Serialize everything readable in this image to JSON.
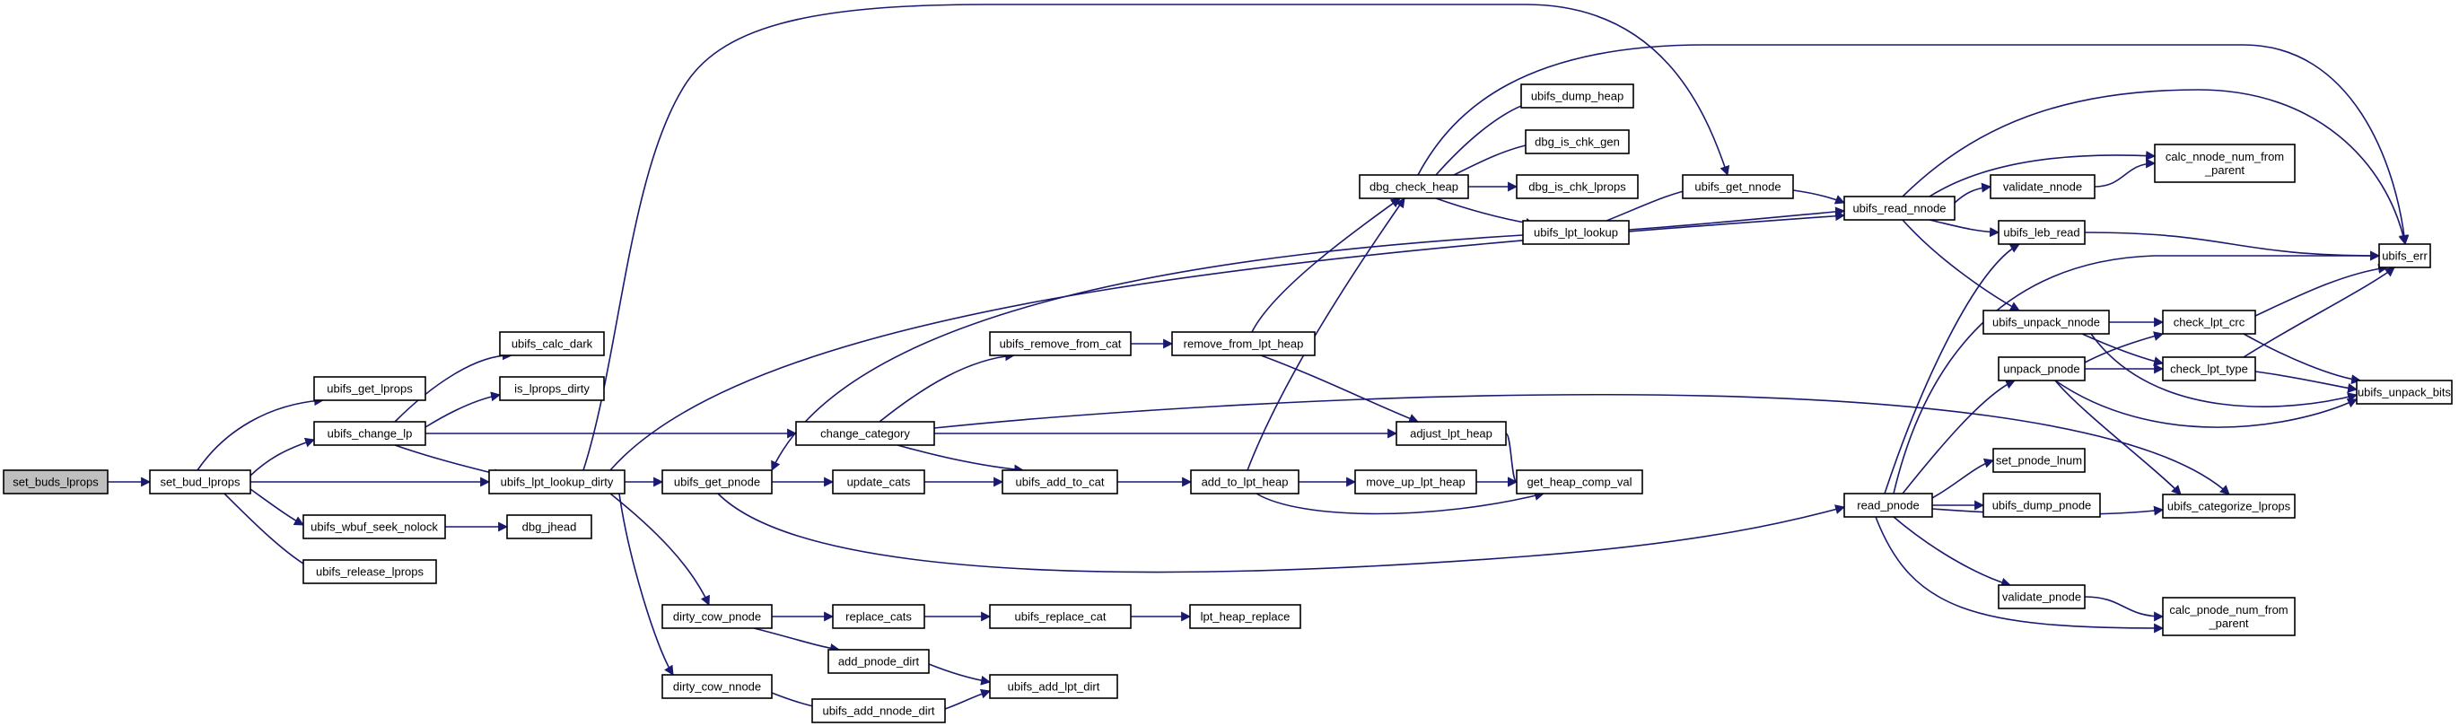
{
  "colors": {
    "edge": "#191970",
    "node_border": "#000000",
    "root_fill": "#bfbfbf",
    "node_fill": "#ffffff"
  },
  "nodes": {
    "set_buds_lprops": {
      "lines": [
        "set_buds_lprops"
      ],
      "root": true
    },
    "set_bud_lprops": {
      "lines": [
        "set_bud_lprops"
      ]
    },
    "ubifs_get_lprops": {
      "lines": [
        "ubifs_get_lprops"
      ]
    },
    "ubifs_change_lp": {
      "lines": [
        "ubifs_change_lp"
      ]
    },
    "ubifs_lpt_lookup_dirty": {
      "lines": [
        "ubifs_lpt_lookup_dirty"
      ]
    },
    "ubifs_wbuf_seek_nolock": {
      "lines": [
        "ubifs_wbuf_seek_nolock"
      ]
    },
    "ubifs_release_lprops": {
      "lines": [
        "ubifs_release_lprops"
      ]
    },
    "ubifs_calc_dark": {
      "lines": [
        "ubifs_calc_dark"
      ]
    },
    "is_lprops_dirty": {
      "lines": [
        "is_lprops_dirty"
      ]
    },
    "dbg_jhead": {
      "lines": [
        "dbg_jhead"
      ]
    },
    "ubifs_get_pnode": {
      "lines": [
        "ubifs_get_pnode"
      ]
    },
    "dirty_cow_pnode": {
      "lines": [
        "dirty_cow_pnode"
      ]
    },
    "dirty_cow_nnode": {
      "lines": [
        "dirty_cow_nnode"
      ]
    },
    "ubifs_remove_from_cat": {
      "lines": [
        "ubifs_remove_from_cat"
      ]
    },
    "change_category": {
      "lines": [
        "change_category"
      ]
    },
    "update_cats": {
      "lines": [
        "update_cats"
      ]
    },
    "replace_cats": {
      "lines": [
        "replace_cats"
      ]
    },
    "add_pnode_dirt": {
      "lines": [
        "add_pnode_dirt"
      ]
    },
    "ubifs_add_nnode_dirt": {
      "lines": [
        "ubifs_add_nnode_dirt"
      ]
    },
    "ubifs_add_to_cat": {
      "lines": [
        "ubifs_add_to_cat"
      ]
    },
    "ubifs_replace_cat": {
      "lines": [
        "ubifs_replace_cat"
      ]
    },
    "ubifs_add_lpt_dirt": {
      "lines": [
        "ubifs_add_lpt_dirt"
      ]
    },
    "remove_from_lpt_heap": {
      "lines": [
        "remove_from_lpt_heap"
      ]
    },
    "add_to_lpt_heap": {
      "lines": [
        "add_to_lpt_heap"
      ]
    },
    "lpt_heap_replace": {
      "lines": [
        "lpt_heap_replace"
      ]
    },
    "dbg_check_heap": {
      "lines": [
        "dbg_check_heap"
      ]
    },
    "adjust_lpt_heap": {
      "lines": [
        "adjust_lpt_heap"
      ]
    },
    "move_up_lpt_heap": {
      "lines": [
        "move_up_lpt_heap"
      ]
    },
    "ubifs_dump_heap": {
      "lines": [
        "ubifs_dump_heap"
      ]
    },
    "dbg_is_chk_gen": {
      "lines": [
        "dbg_is_chk_gen"
      ]
    },
    "dbg_is_chk_lprops": {
      "lines": [
        "dbg_is_chk_lprops"
      ]
    },
    "ubifs_lpt_lookup": {
      "lines": [
        "ubifs_lpt_lookup"
      ]
    },
    "get_heap_comp_val": {
      "lines": [
        "get_heap_comp_val"
      ]
    },
    "ubifs_get_nnode": {
      "lines": [
        "ubifs_get_nnode"
      ]
    },
    "ubifs_read_nnode": {
      "lines": [
        "ubifs_read_nnode"
      ]
    },
    "read_pnode": {
      "lines": [
        "read_pnode"
      ]
    },
    "validate_nnode": {
      "lines": [
        "validate_nnode"
      ]
    },
    "ubifs_leb_read": {
      "lines": [
        "ubifs_leb_read"
      ]
    },
    "ubifs_unpack_nnode": {
      "lines": [
        "ubifs_unpack_nnode"
      ]
    },
    "unpack_pnode": {
      "lines": [
        "unpack_pnode"
      ]
    },
    "set_pnode_lnum": {
      "lines": [
        "set_pnode_lnum"
      ]
    },
    "ubifs_dump_pnode": {
      "lines": [
        "ubifs_dump_pnode"
      ]
    },
    "validate_pnode": {
      "lines": [
        "validate_pnode"
      ]
    },
    "calc_nnode_num_from_parent": {
      "lines": [
        "calc_nnode_num_from",
        "_parent"
      ]
    },
    "check_lpt_crc": {
      "lines": [
        "check_lpt_crc"
      ]
    },
    "check_lpt_type": {
      "lines": [
        "check_lpt_type"
      ]
    },
    "ubifs_categorize_lprops": {
      "lines": [
        "ubifs_categorize_lprops"
      ]
    },
    "calc_pnode_num_from_parent": {
      "lines": [
        "calc_pnode_num_from",
        "_parent"
      ]
    },
    "ubifs_err": {
      "lines": [
        "ubifs_err"
      ]
    },
    "ubifs_unpack_bits": {
      "lines": [
        "ubifs_unpack_bits"
      ]
    }
  },
  "edges": [
    [
      "set_buds_lprops",
      "set_bud_lprops"
    ],
    [
      "set_bud_lprops",
      "ubifs_get_lprops"
    ],
    [
      "set_bud_lprops",
      "ubifs_change_lp"
    ],
    [
      "set_bud_lprops",
      "ubifs_lpt_lookup_dirty"
    ],
    [
      "set_bud_lprops",
      "ubifs_wbuf_seek_nolock"
    ],
    [
      "set_bud_lprops",
      "ubifs_release_lprops"
    ],
    [
      "ubifs_change_lp",
      "ubifs_calc_dark"
    ],
    [
      "ubifs_change_lp",
      "is_lprops_dirty"
    ],
    [
      "ubifs_change_lp",
      "change_category"
    ],
    [
      "ubifs_change_lp",
      "ubifs_lpt_lookup_dirty"
    ],
    [
      "ubifs_wbuf_seek_nolock",
      "dbg_jhead"
    ],
    [
      "ubifs_lpt_lookup_dirty",
      "ubifs_get_pnode"
    ],
    [
      "ubifs_lpt_lookup_dirty",
      "dirty_cow_pnode"
    ],
    [
      "ubifs_lpt_lookup_dirty",
      "dirty_cow_nnode"
    ],
    [
      "ubifs_lpt_lookup_dirty",
      "ubifs_get_nnode"
    ],
    [
      "ubifs_lpt_lookup_dirty",
      "ubifs_read_nnode"
    ],
    [
      "change_category",
      "ubifs_remove_from_cat"
    ],
    [
      "change_category",
      "adjust_lpt_heap"
    ],
    [
      "change_category",
      "ubifs_add_to_cat"
    ],
    [
      "change_category",
      "ubifs_categorize_lprops"
    ],
    [
      "ubifs_get_pnode",
      "update_cats"
    ],
    [
      "ubifs_get_pnode",
      "read_pnode"
    ],
    [
      "update_cats",
      "ubifs_add_to_cat"
    ],
    [
      "dirty_cow_pnode",
      "replace_cats"
    ],
    [
      "dirty_cow_pnode",
      "add_pnode_dirt"
    ],
    [
      "replace_cats",
      "ubifs_replace_cat"
    ],
    [
      "ubifs_replace_cat",
      "lpt_heap_replace"
    ],
    [
      "add_pnode_dirt",
      "ubifs_add_lpt_dirt"
    ],
    [
      "dirty_cow_nnode",
      "ubifs_add_nnode_dirt"
    ],
    [
      "ubifs_add_nnode_dirt",
      "ubifs_add_lpt_dirt"
    ],
    [
      "ubifs_remove_from_cat",
      "remove_from_lpt_heap"
    ],
    [
      "remove_from_lpt_heap",
      "dbg_check_heap"
    ],
    [
      "remove_from_lpt_heap",
      "adjust_lpt_heap"
    ],
    [
      "ubifs_add_to_cat",
      "add_to_lpt_heap"
    ],
    [
      "add_to_lpt_heap",
      "dbg_check_heap"
    ],
    [
      "add_to_lpt_heap",
      "move_up_lpt_heap"
    ],
    [
      "add_to_lpt_heap",
      "get_heap_comp_val"
    ],
    [
      "adjust_lpt_heap",
      "get_heap_comp_val"
    ],
    [
      "move_up_lpt_heap",
      "get_heap_comp_val"
    ],
    [
      "dbg_check_heap",
      "ubifs_dump_heap"
    ],
    [
      "dbg_check_heap",
      "dbg_is_chk_gen"
    ],
    [
      "dbg_check_heap",
      "dbg_is_chk_lprops"
    ],
    [
      "dbg_check_heap",
      "ubifs_lpt_lookup"
    ],
    [
      "dbg_check_heap",
      "ubifs_err"
    ],
    [
      "ubifs_lpt_lookup",
      "ubifs_get_pnode"
    ],
    [
      "ubifs_lpt_lookup",
      "ubifs_get_nnode"
    ],
    [
      "ubifs_lpt_lookup",
      "ubifs_read_nnode"
    ],
    [
      "ubifs_get_nnode",
      "ubifs_read_nnode"
    ],
    [
      "ubifs_read_nnode",
      "validate_nnode"
    ],
    [
      "ubifs_read_nnode",
      "calc_nnode_num_from_parent"
    ],
    [
      "ubifs_read_nnode",
      "ubifs_leb_read"
    ],
    [
      "ubifs_read_nnode",
      "ubifs_unpack_nnode"
    ],
    [
      "ubifs_read_nnode",
      "ubifs_err"
    ],
    [
      "validate_nnode",
      "calc_nnode_num_from_parent"
    ],
    [
      "ubifs_leb_read",
      "ubifs_err"
    ],
    [
      "ubifs_unpack_nnode",
      "check_lpt_crc"
    ],
    [
      "ubifs_unpack_nnode",
      "check_lpt_type"
    ],
    [
      "ubifs_unpack_nnode",
      "ubifs_unpack_bits"
    ],
    [
      "read_pnode",
      "ubifs_leb_read"
    ],
    [
      "read_pnode",
      "unpack_pnode"
    ],
    [
      "read_pnode",
      "set_pnode_lnum"
    ],
    [
      "read_pnode",
      "ubifs_dump_pnode"
    ],
    [
      "read_pnode",
      "ubifs_categorize_lprops"
    ],
    [
      "read_pnode",
      "validate_pnode"
    ],
    [
      "read_pnode",
      "calc_pnode_num_from_parent"
    ],
    [
      "read_pnode",
      "ubifs_err"
    ],
    [
      "unpack_pnode",
      "check_lpt_crc"
    ],
    [
      "unpack_pnode",
      "check_lpt_type"
    ],
    [
      "unpack_pnode",
      "ubifs_unpack_bits"
    ],
    [
      "unpack_pnode",
      "ubifs_categorize_lprops"
    ],
    [
      "validate_pnode",
      "calc_pnode_num_from_parent"
    ],
    [
      "check_lpt_crc",
      "ubifs_err"
    ],
    [
      "check_lpt_crc",
      "ubifs_unpack_bits"
    ],
    [
      "check_lpt_type",
      "ubifs_err"
    ],
    [
      "check_lpt_type",
      "ubifs_unpack_bits"
    ]
  ]
}
